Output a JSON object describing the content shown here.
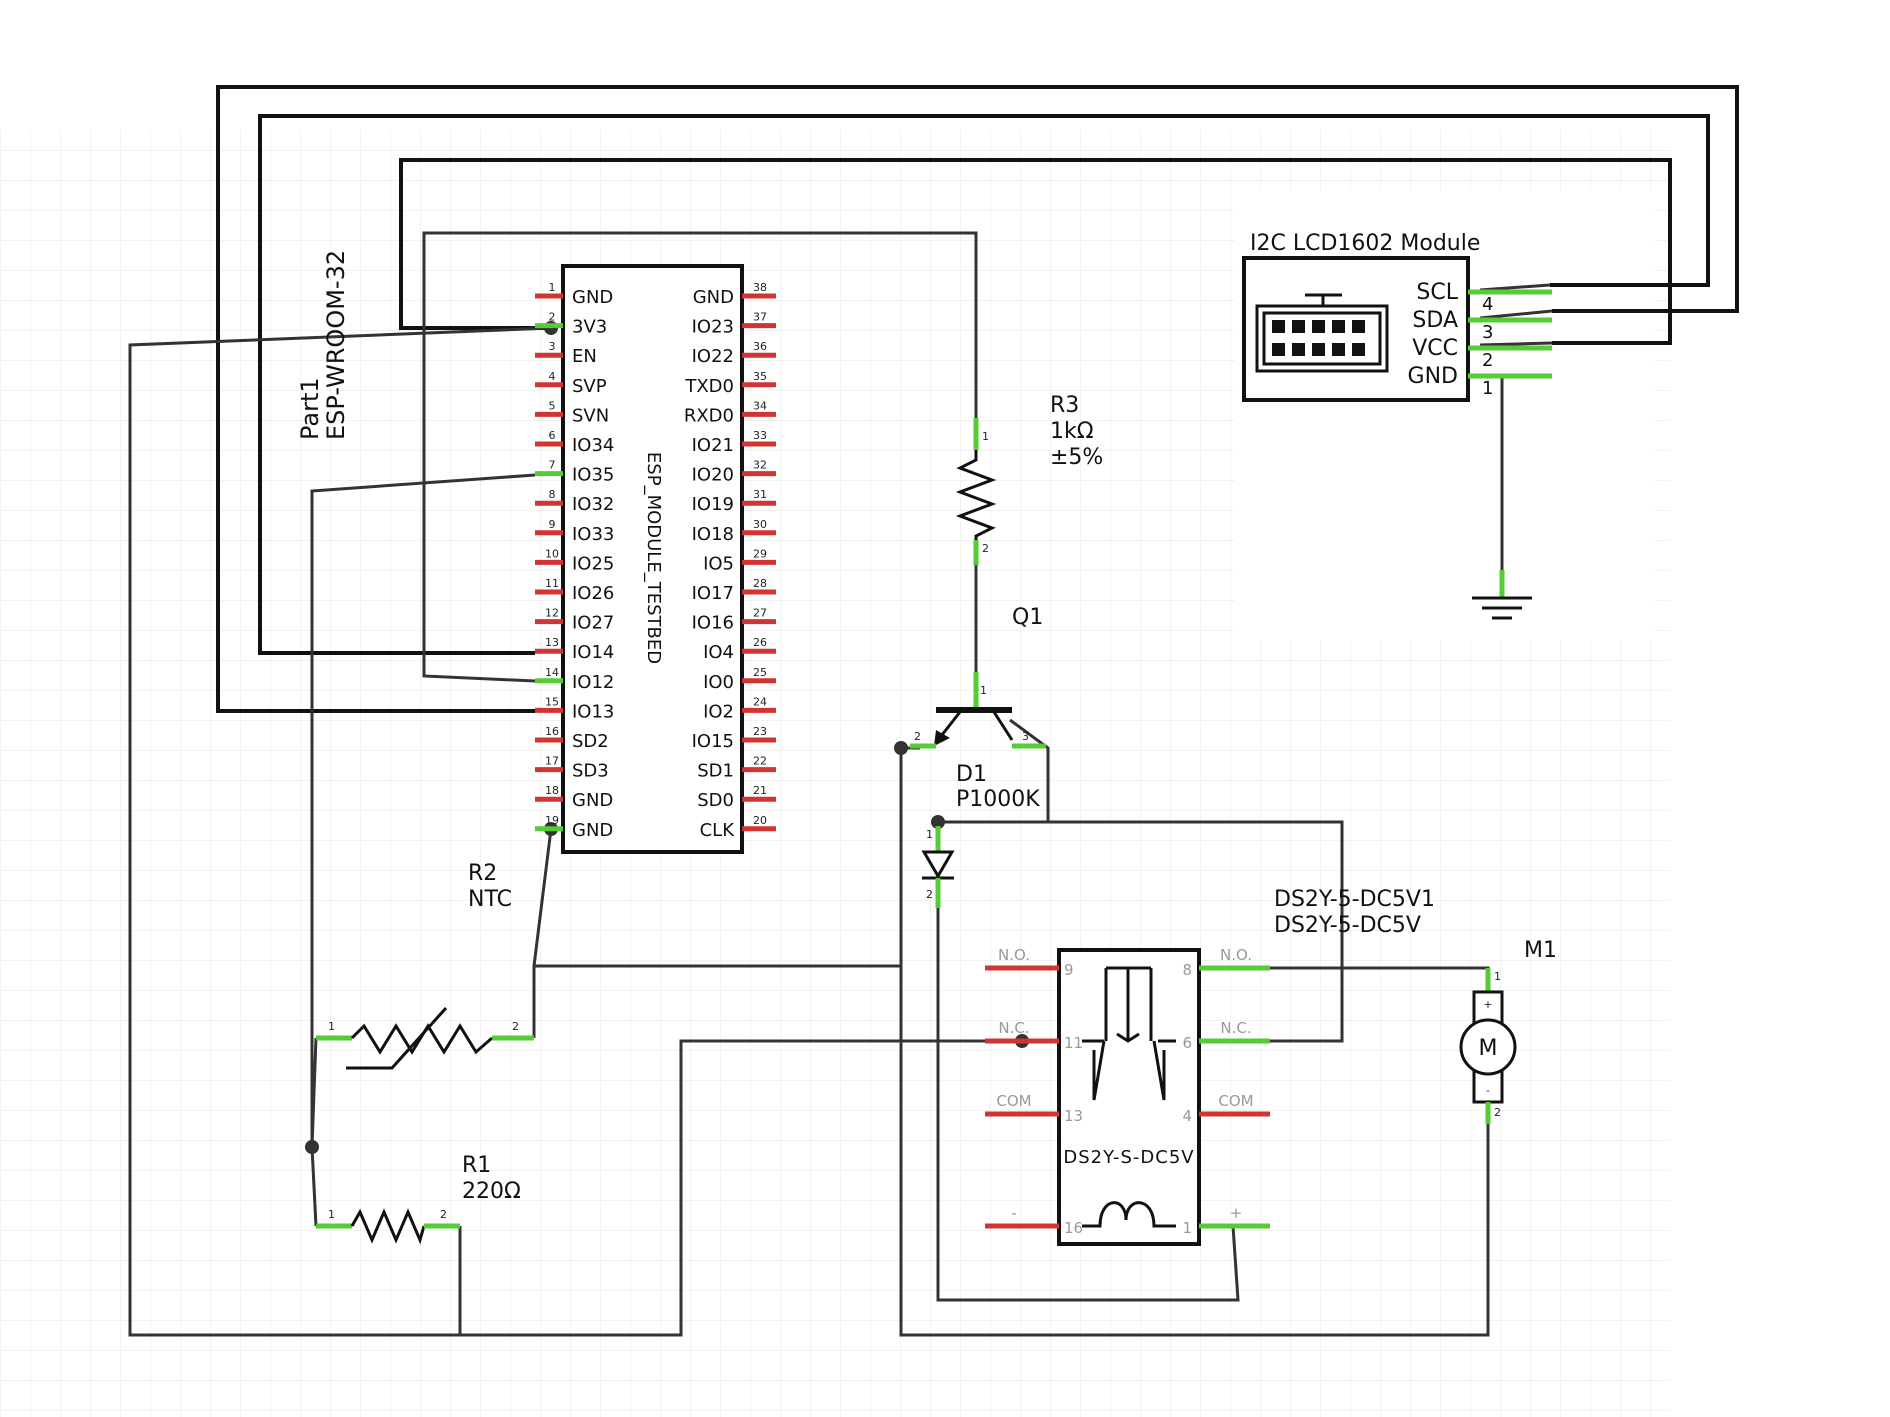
{
  "esp32": {
    "part": "Part1",
    "model": "ESP-WROOM-32",
    "body_label": "ESP_MODULE_TESTBED",
    "left_pins": [
      {
        "n": "1",
        "name": "GND"
      },
      {
        "n": "2",
        "name": "3V3"
      },
      {
        "n": "3",
        "name": "EN"
      },
      {
        "n": "4",
        "name": "SVP"
      },
      {
        "n": "5",
        "name": "SVN"
      },
      {
        "n": "6",
        "name": "IO34"
      },
      {
        "n": "7",
        "name": "IO35"
      },
      {
        "n": "8",
        "name": "IO32"
      },
      {
        "n": "9",
        "name": "IO33"
      },
      {
        "n": "10",
        "name": "IO25"
      },
      {
        "n": "11",
        "name": "IO26"
      },
      {
        "n": "12",
        "name": "IO27"
      },
      {
        "n": "13",
        "name": "IO14"
      },
      {
        "n": "14",
        "name": "IO12"
      },
      {
        "n": "15",
        "name": "IO13"
      },
      {
        "n": "16",
        "name": "SD2"
      },
      {
        "n": "17",
        "name": "SD3"
      },
      {
        "n": "18",
        "name": "GND"
      },
      {
        "n": "19",
        "name": "GND"
      }
    ],
    "right_pins": [
      {
        "n": "38",
        "name": "GND"
      },
      {
        "n": "37",
        "name": "IO23"
      },
      {
        "n": "36",
        "name": "IO22"
      },
      {
        "n": "35",
        "name": "TXD0"
      },
      {
        "n": "34",
        "name": "RXD0"
      },
      {
        "n": "33",
        "name": "IO21"
      },
      {
        "n": "32",
        "name": "IO20"
      },
      {
        "n": "31",
        "name": "IO19"
      },
      {
        "n": "30",
        "name": "IO18"
      },
      {
        "n": "29",
        "name": "IO5"
      },
      {
        "n": "28",
        "name": "IO17"
      },
      {
        "n": "27",
        "name": "IO16"
      },
      {
        "n": "26",
        "name": "IO4"
      },
      {
        "n": "25",
        "name": "IO0"
      },
      {
        "n": "24",
        "name": "IO2"
      },
      {
        "n": "23",
        "name": "IO15"
      },
      {
        "n": "22",
        "name": "SD1"
      },
      {
        "n": "21",
        "name": "SD0"
      },
      {
        "n": "20",
        "name": "CLK"
      }
    ]
  },
  "lcd": {
    "title": "I2C LCD1602 Module",
    "pins": [
      {
        "name": "SCL",
        "n": "4"
      },
      {
        "name": "SDA",
        "n": "3"
      },
      {
        "name": "VCC",
        "n": "2"
      },
      {
        "name": "GND",
        "n": "1"
      }
    ]
  },
  "r3": {
    "ref": "R3",
    "value": "1kΩ",
    "tolerance": "±5%",
    "pin_top": "1",
    "pin_bottom": "2"
  },
  "q1": {
    "ref": "Q1",
    "pin_base": "1",
    "pin_emitter": "2",
    "pin_collector": "3"
  },
  "d1": {
    "ref": "D1",
    "value": "P1000K",
    "pin_top": "1",
    "pin_bottom": "2"
  },
  "r2": {
    "ref": "R2",
    "value": "NTC",
    "pin_left": "1",
    "pin_right": "2"
  },
  "r1": {
    "ref": "R1",
    "value": "220Ω",
    "pin_left": "1",
    "pin_right": "2"
  },
  "relay": {
    "name_line1": "DS2Y-5-DC5V1",
    "name_line2": "DS2Y-5-DC5V",
    "body_label": "DS2Y-S-DC5V",
    "left_pins": [
      {
        "label": "N.O.",
        "n": "9"
      },
      {
        "label": "N.C.",
        "n": "11"
      },
      {
        "label": "COM",
        "n": "13"
      },
      {
        "label": "-",
        "n": "16"
      }
    ],
    "right_pins": [
      {
        "label": "N.O.",
        "n": "8"
      },
      {
        "label": "N.C.",
        "n": "6"
      },
      {
        "label": "COM",
        "n": "4"
      },
      {
        "label": "+",
        "n": "1"
      }
    ]
  },
  "m1": {
    "ref": "M1",
    "symbol": "M",
    "plus": "+",
    "minus": "-",
    "pin_top": "1",
    "pin_bottom": "2"
  }
}
